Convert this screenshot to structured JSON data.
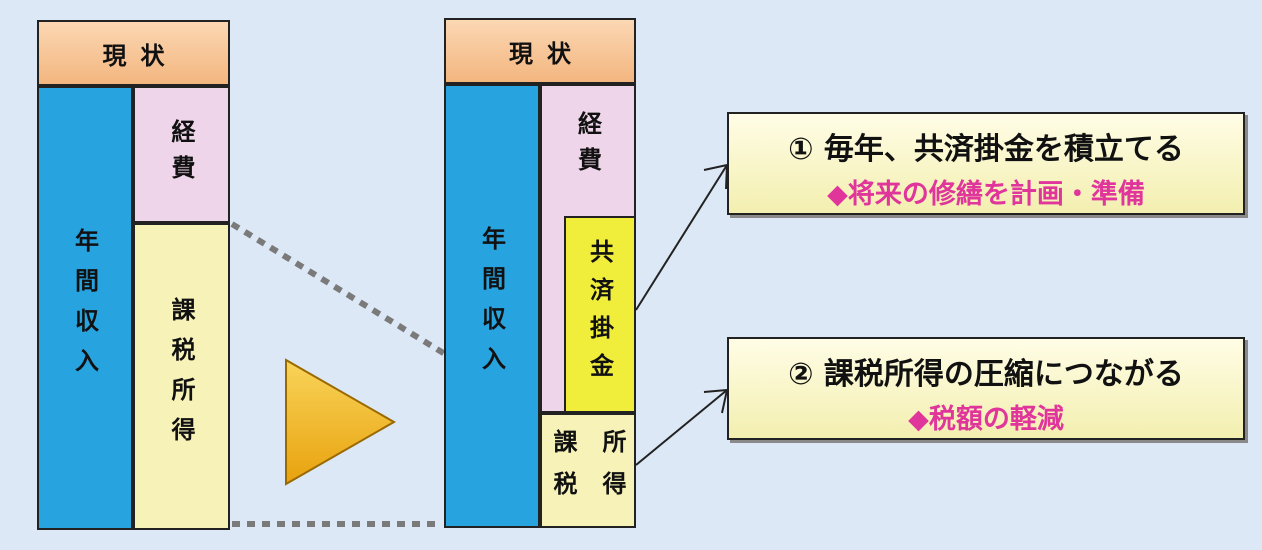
{
  "left_panel": {
    "header": "現状",
    "income": "年間収入",
    "expense": "経費",
    "taxable": "課税所得"
  },
  "right_panel": {
    "header": "現状",
    "income": "年間収入",
    "expense": "経費",
    "mutual_aid": "共済掛金",
    "taxable_col1": "所得",
    "taxable_col2": "課税"
  },
  "callouts": [
    {
      "main": "① 毎年、共済掛金を積立てる",
      "sub": "◆将来の修繕を計画・準備"
    },
    {
      "main": "② 課税所得の圧縮につながる",
      "sub": "◆税額の軽減"
    }
  ],
  "colors": {
    "background": "#dce8f5",
    "header": "#f3b67f",
    "income": "#27a3df",
    "expense": "#eed5ea",
    "taxable": "#f7f2b8",
    "mutual_aid": "#f0ee3a",
    "arrow": "#f2b31b",
    "highlight_text": "#e0359a"
  }
}
